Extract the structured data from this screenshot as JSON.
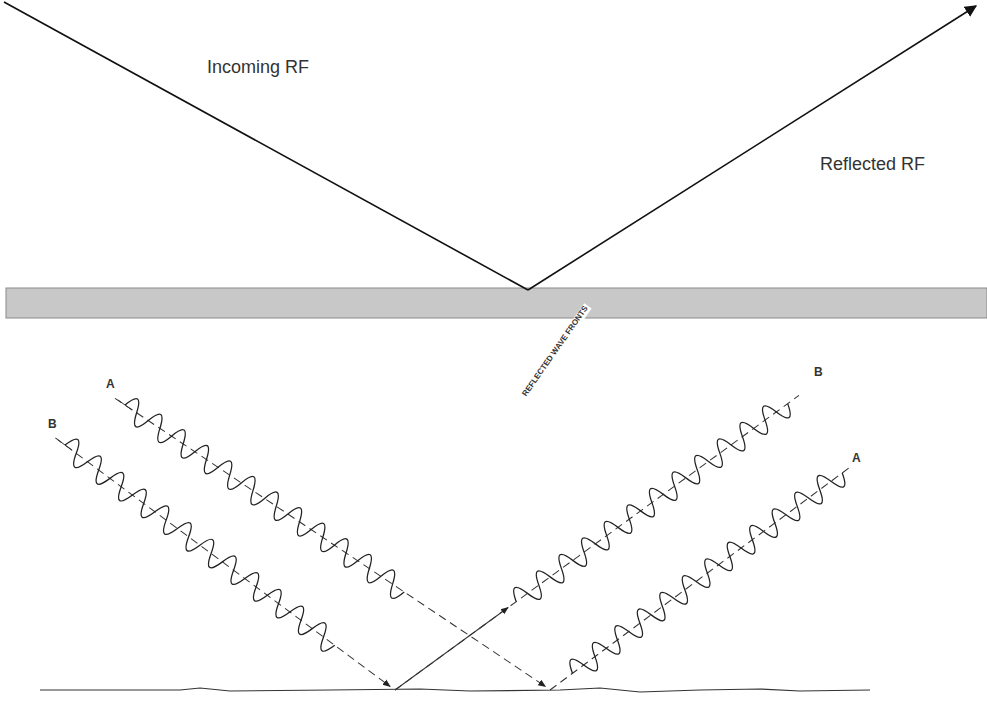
{
  "diagram": {
    "labels": [
      "Incoming RF",
      "Reflected RF",
      "A",
      "B",
      "B",
      "A",
      "REFLECTED WAVE FRONTS"
    ]
  }
}
